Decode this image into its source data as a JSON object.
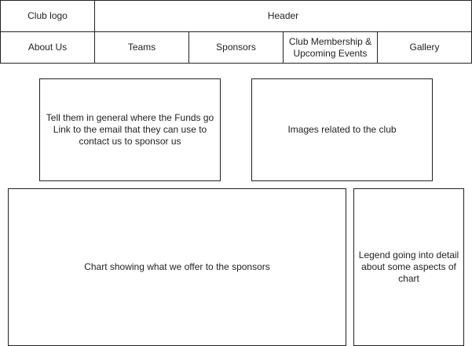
{
  "header": {
    "logo_label": "Club logo",
    "header_label": "Header"
  },
  "nav": {
    "items": [
      {
        "label": "About Us"
      },
      {
        "label": "Teams"
      },
      {
        "label": "Sponsors"
      },
      {
        "label": "Club Membership &\nUpcoming Events"
      },
      {
        "label": "Gallery"
      }
    ]
  },
  "main": {
    "funds_text": "Tell them in general where the Funds go\nLink to the email that they can use to\ncontact us to sponsor us",
    "images_text": "Images related to the club",
    "chart_text": "Chart showing what we offer to the sponsors",
    "legend_text": "Legend going into detail\nabout some aspects of\nchart"
  }
}
